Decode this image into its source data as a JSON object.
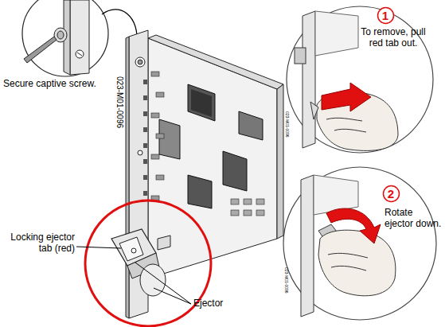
{
  "diagram": {
    "nodes": [
      {
        "text": [
          "1"
        ]
      },
      {
        "text": [
          "2"
        ]
      }
    ],
    "labels": [
      "Secure captive screw.",
      "023-M01-0096",
      "To remove, pull red tab out.",
      "Rotate ejector down.",
      "Locking ejector tab (red)",
      "Ejector",
      "023-M01-0096",
      "023-M01-0096"
    ]
  }
}
